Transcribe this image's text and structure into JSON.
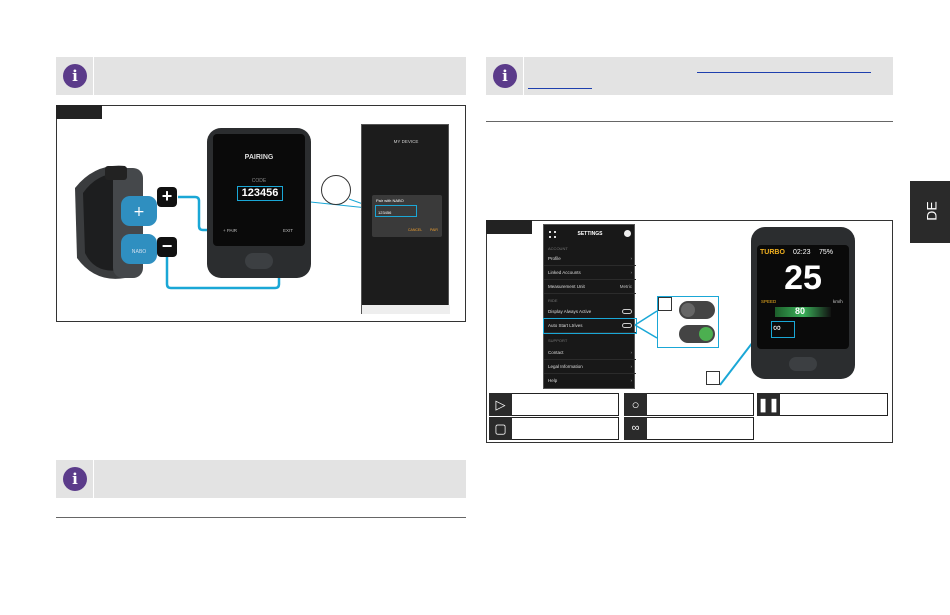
{
  "side_tab": {
    "label": "DE"
  },
  "left_figure": {
    "display_title": "PAIRING",
    "code_label": "CODE",
    "code_value": "123456",
    "pair_hint": "+ PAIR",
    "exit_hint": "EXIT",
    "phone_title": "MY DEVICE",
    "dialog_title": "Pair with NABO",
    "dialog_code": "123456",
    "dialog_cancel": "CANCEL",
    "dialog_pair": "PAIR"
  },
  "right_figure": {
    "settings_title": "SETTINGS",
    "section_account": "ACCOUNT",
    "section_ride": "RIDE",
    "section_support": "SUPPORT",
    "items": [
      {
        "label": "Profile"
      },
      {
        "label": "Linked Accounts"
      },
      {
        "label": "Measurement Unit",
        "value": "Metric"
      },
      {
        "label": "Display Always Active"
      },
      {
        "label": "Auto Start Ltrives"
      },
      {
        "label": "Contact"
      },
      {
        "label": "Legal Information"
      },
      {
        "label": "Help"
      }
    ],
    "display": {
      "mode": "TURBO",
      "time": "02:23",
      "battery": "75%",
      "speed": "25",
      "speed_label": "SPEED",
      "speed_unit": "km/h",
      "cadence": "80"
    }
  },
  "colors": {
    "info_purple": "#5b3b8a",
    "accent_blue": "#1aa7d6",
    "info_bar": "#e3e3e3",
    "toggle_green": "#4caf50"
  },
  "icons": [
    "info-icon",
    "play-icon",
    "circle-icon",
    "pause-icon",
    "stop-icon",
    "link-icon"
  ]
}
